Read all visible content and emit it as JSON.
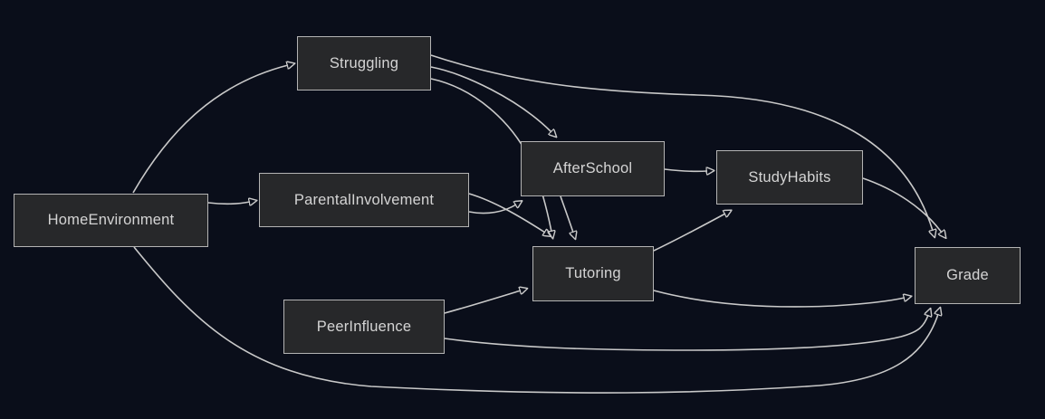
{
  "diagram": {
    "type": "directed-graph",
    "background_color": "#0a0e1a",
    "node_fill_color": "#27282a",
    "node_border_color": "#b4b4b4",
    "node_text_color": "#d4d4d4",
    "edge_color": "#c9c9c9",
    "nodes": [
      {
        "id": "HomeEnvironment",
        "label": "HomeEnvironment"
      },
      {
        "id": "Struggling",
        "label": "Struggling"
      },
      {
        "id": "ParentalInvolvement",
        "label": "ParentalInvolvement"
      },
      {
        "id": "PeerInfluence",
        "label": "PeerInfluence"
      },
      {
        "id": "AfterSchool",
        "label": "AfterSchool"
      },
      {
        "id": "Tutoring",
        "label": "Tutoring"
      },
      {
        "id": "StudyHabits",
        "label": "StudyHabits"
      },
      {
        "id": "Grade",
        "label": "Grade"
      }
    ],
    "edges": [
      {
        "from": "HomeEnvironment",
        "to": "Struggling"
      },
      {
        "from": "HomeEnvironment",
        "to": "ParentalInvolvement"
      },
      {
        "from": "HomeEnvironment",
        "to": "Grade"
      },
      {
        "from": "Struggling",
        "to": "AfterSchool"
      },
      {
        "from": "Struggling",
        "to": "Tutoring"
      },
      {
        "from": "Struggling",
        "to": "Grade"
      },
      {
        "from": "ParentalInvolvement",
        "to": "AfterSchool"
      },
      {
        "from": "ParentalInvolvement",
        "to": "Tutoring"
      },
      {
        "from": "PeerInfluence",
        "to": "Tutoring"
      },
      {
        "from": "PeerInfluence",
        "to": "Grade"
      },
      {
        "from": "AfterSchool",
        "to": "StudyHabits"
      },
      {
        "from": "AfterSchool",
        "to": "Tutoring"
      },
      {
        "from": "Tutoring",
        "to": "StudyHabits"
      },
      {
        "from": "Tutoring",
        "to": "Grade"
      },
      {
        "from": "StudyHabits",
        "to": "Grade"
      }
    ]
  }
}
